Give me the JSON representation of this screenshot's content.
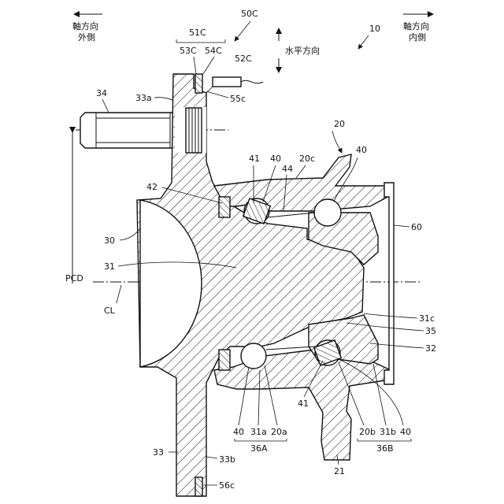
{
  "labels": {
    "dir_outer_line1": "軸方向",
    "dir_outer_line2": "外側",
    "dir_inner_line1": "軸方向",
    "dir_inner_line2": "内側",
    "horizontal": "水平方向",
    "pcd": "PCD",
    "cl": "CL",
    "r50c": "50C",
    "r10": "10",
    "r51c": "51C",
    "r53c": "53C",
    "r54c": "54C",
    "r52c": "52C",
    "r55c": "55c",
    "r34": "34",
    "r33a": "33a",
    "r20": "20",
    "r41_top": "41",
    "r40_top_a": "40",
    "r20c": "20c",
    "r40_top_b": "40",
    "r44": "44",
    "r42": "42",
    "r60": "60",
    "r30": "30",
    "r31": "31",
    "r31c": "31c",
    "r35": "35",
    "r32": "32",
    "r41_bot": "41",
    "r40_bot_a": "40",
    "r31a": "31a",
    "r20a": "20a",
    "r36a": "36A",
    "r20b": "20b",
    "r31b": "31b",
    "r40_bot_b": "40",
    "r36b": "36B",
    "r33": "33",
    "r33b": "33b",
    "r56c": "56c",
    "r21": "21"
  }
}
